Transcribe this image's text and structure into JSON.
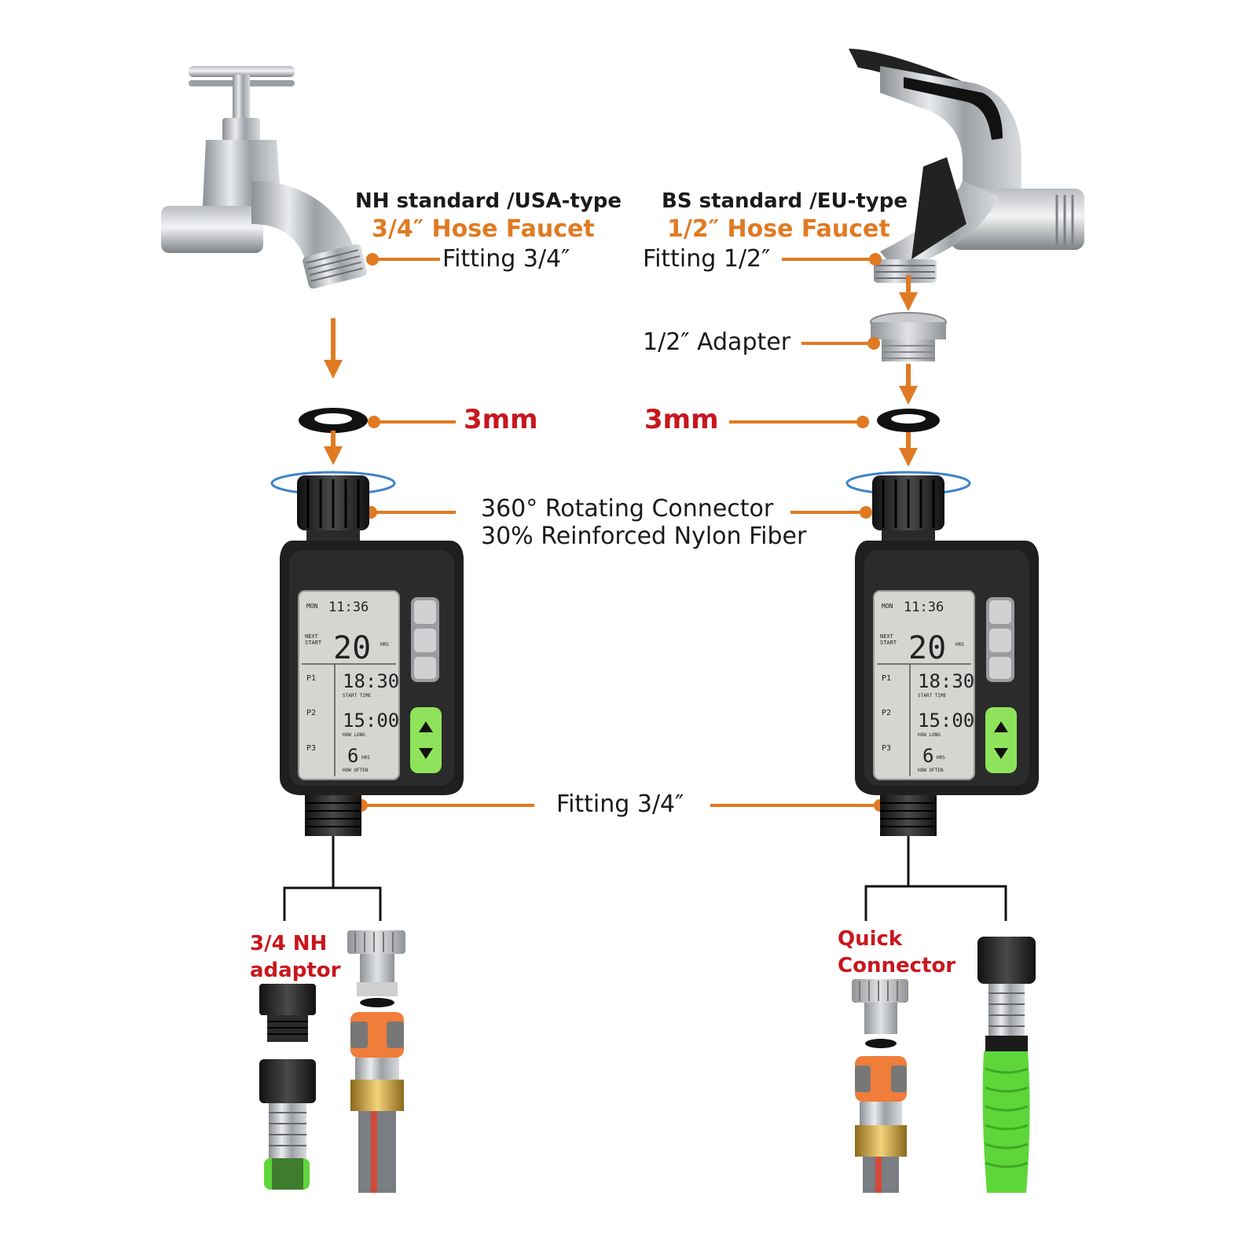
{
  "left": {
    "standard": "NH standard /USA-type",
    "faucet": "3/4″ Hose Faucet",
    "fitting": "Fitting 3/4″",
    "washer": "3mm",
    "adaptor": [
      "3/4 NH",
      "adaptor"
    ]
  },
  "right": {
    "standard": "BS standard /EU-type",
    "faucet": "1/2″ Hose Faucet",
    "fitting": "Fitting 1/2″",
    "adapter": "1/2″ Adapter",
    "washer": "3mm",
    "connector": [
      "Quick",
      "Connector"
    ]
  },
  "center": {
    "connector_line1": "360° Rotating Connector",
    "connector_line2": "30% Reinforced Nylon Fiber",
    "outlet_fitting": "Fitting 3/4″"
  },
  "timer_display": {
    "day": "MON",
    "clock": "11:36",
    "next_start_label": [
      "NEXT",
      "START"
    ],
    "next_start_value": "20",
    "next_start_unit": "HRS",
    "programs": [
      "P1",
      "P2",
      "P3"
    ],
    "start_time": "18:30",
    "start_time_label": "START TIME",
    "how_long": "15:00",
    "how_long_label": "HOW LONG",
    "how_often": "6",
    "how_often_unit": "HRS",
    "how_often_label": "HOW OFTEN"
  },
  "colors": {
    "accent_orange": "#e07a22",
    "label_red": "#c8161d",
    "timer_body": "#1f1f1f",
    "lcd": "#d4d6d2",
    "button_green": "#8fe35a"
  }
}
